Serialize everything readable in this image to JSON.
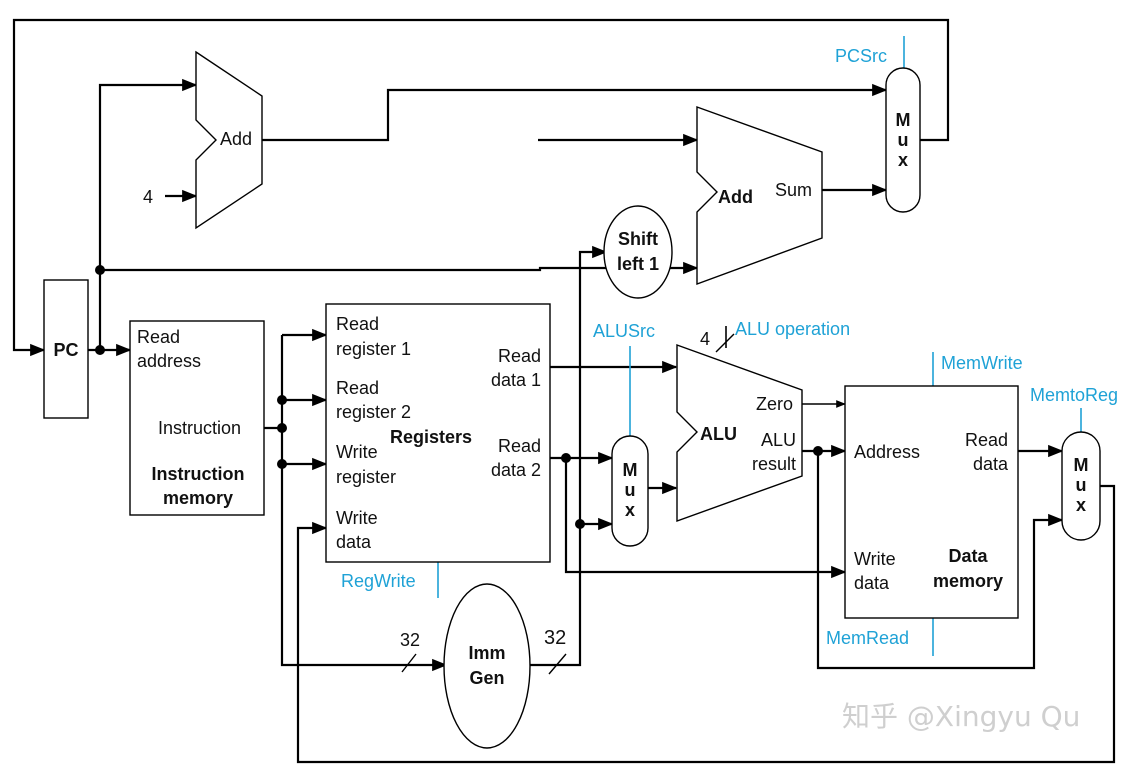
{
  "units": {
    "pc": "PC",
    "add_pc": "Add",
    "const_four": "4",
    "add_branch": "Add",
    "sum": "Sum",
    "shift_left_line1": "Shift",
    "shift_left_line2": "left 1",
    "alu": "ALU",
    "zero": "Zero",
    "alu_result_line1": "ALU",
    "alu_result_line2": "result",
    "imm_gen_line1": "Imm",
    "imm_gen_line2": "Gen",
    "mux_letters": [
      "M",
      "u",
      "x"
    ]
  },
  "instruction_memory": {
    "read_address_line1": "Read",
    "read_address_line2": "address",
    "instruction": "Instruction",
    "title_line1": "Instruction",
    "title_line2": "memory"
  },
  "registers": {
    "read_reg1_line1": "Read",
    "read_reg1_line2": "register 1",
    "read_reg2_line1": "Read",
    "read_reg2_line2": "register 2",
    "write_reg_line1": "Write",
    "write_reg_line2": "register",
    "write_data_line1": "Write",
    "write_data_line2": "data",
    "read_data1_line1": "Read",
    "read_data1_line2": "data 1",
    "read_data2_line1": "Read",
    "read_data2_line2": "data 2",
    "title": "Registers"
  },
  "data_memory": {
    "address": "Address",
    "read_data_line1": "Read",
    "read_data_line2": "data",
    "write_data_line1": "Write",
    "write_data_line2": "data",
    "title_line1": "Data",
    "title_line2": "memory"
  },
  "control_signals": {
    "pcsrc": "PCSrc",
    "alusrc": "ALUSrc",
    "alu_operation": "ALU operation",
    "alu_op_width": "4",
    "regwrite": "RegWrite",
    "memwrite": "MemWrite",
    "memtoreg": "MemtoReg",
    "memread": "MemRead"
  },
  "bus_widths": {
    "imm_in": "32",
    "imm_out": "32"
  },
  "watermark": "知乎 @Xingyu Qu",
  "colors": {
    "control": "#1fa2d6",
    "wire": "#000000",
    "watermark": "#cfcfcf"
  }
}
